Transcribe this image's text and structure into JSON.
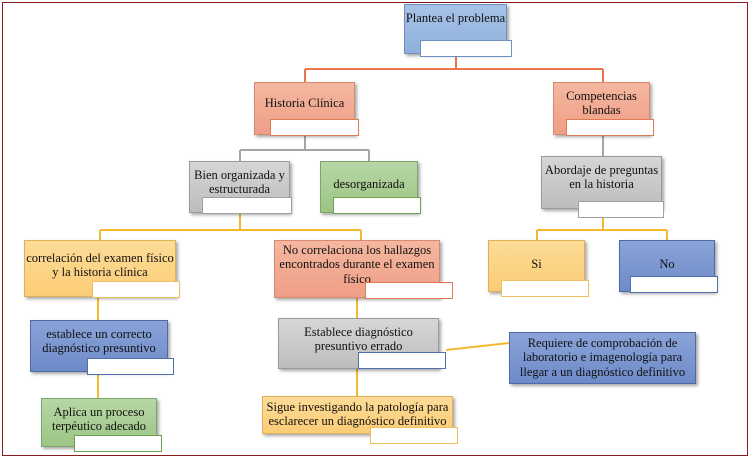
{
  "nodes": {
    "root": "Plantea el problema",
    "historia": "Historia Clínica",
    "competencias": "Competencias blandas",
    "bien_organizada": "Bien organizada y estructurada",
    "desorganizada": "desorganizada",
    "abordaje": "Abordaje de preguntas en la historia",
    "correlacion": "correlación del examen físico y la historia clínica",
    "no_correlaciona": "No correlaciona los hallazgos encontrados durante el examen físico",
    "si": "Si",
    "no": "No",
    "establece_correcto": "establece un correcto diagnóstico presuntivo",
    "establece_errado": "Establece diagnóstico presuntivo errado",
    "requiere": "Requiere de comprobación de laboratorio e imagenología para llegar a un diagnóstico definitivo",
    "aplica": "Aplica un proceso terpéutico adecado",
    "sigue": "Sigue investigando la patología para esclarecer un diagnóstico definitivo"
  },
  "colors": {
    "root": "#9db9e2",
    "salmon": "#f2a98f",
    "gray": "#c8c8c8",
    "green": "#a8cd93",
    "yellow": "#fcd484",
    "navy": "#7c97d0",
    "line_orange": "#e8784a",
    "line_gray": "#a6a6a6",
    "line_yellow": "#f5b82e"
  }
}
